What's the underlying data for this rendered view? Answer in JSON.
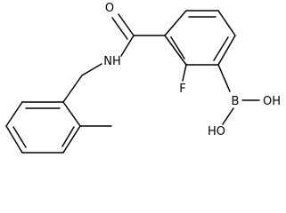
{
  "molecule": {
    "atom_labels": {
      "oxygen_carbonyl": "O",
      "nh": "NH",
      "fluorine": "F",
      "boron": "B",
      "oh_right": "OH",
      "oh_bottom": "HO"
    },
    "colors": {
      "bond": "#000000",
      "label": "#000000",
      "background": "#ffffff"
    }
  }
}
